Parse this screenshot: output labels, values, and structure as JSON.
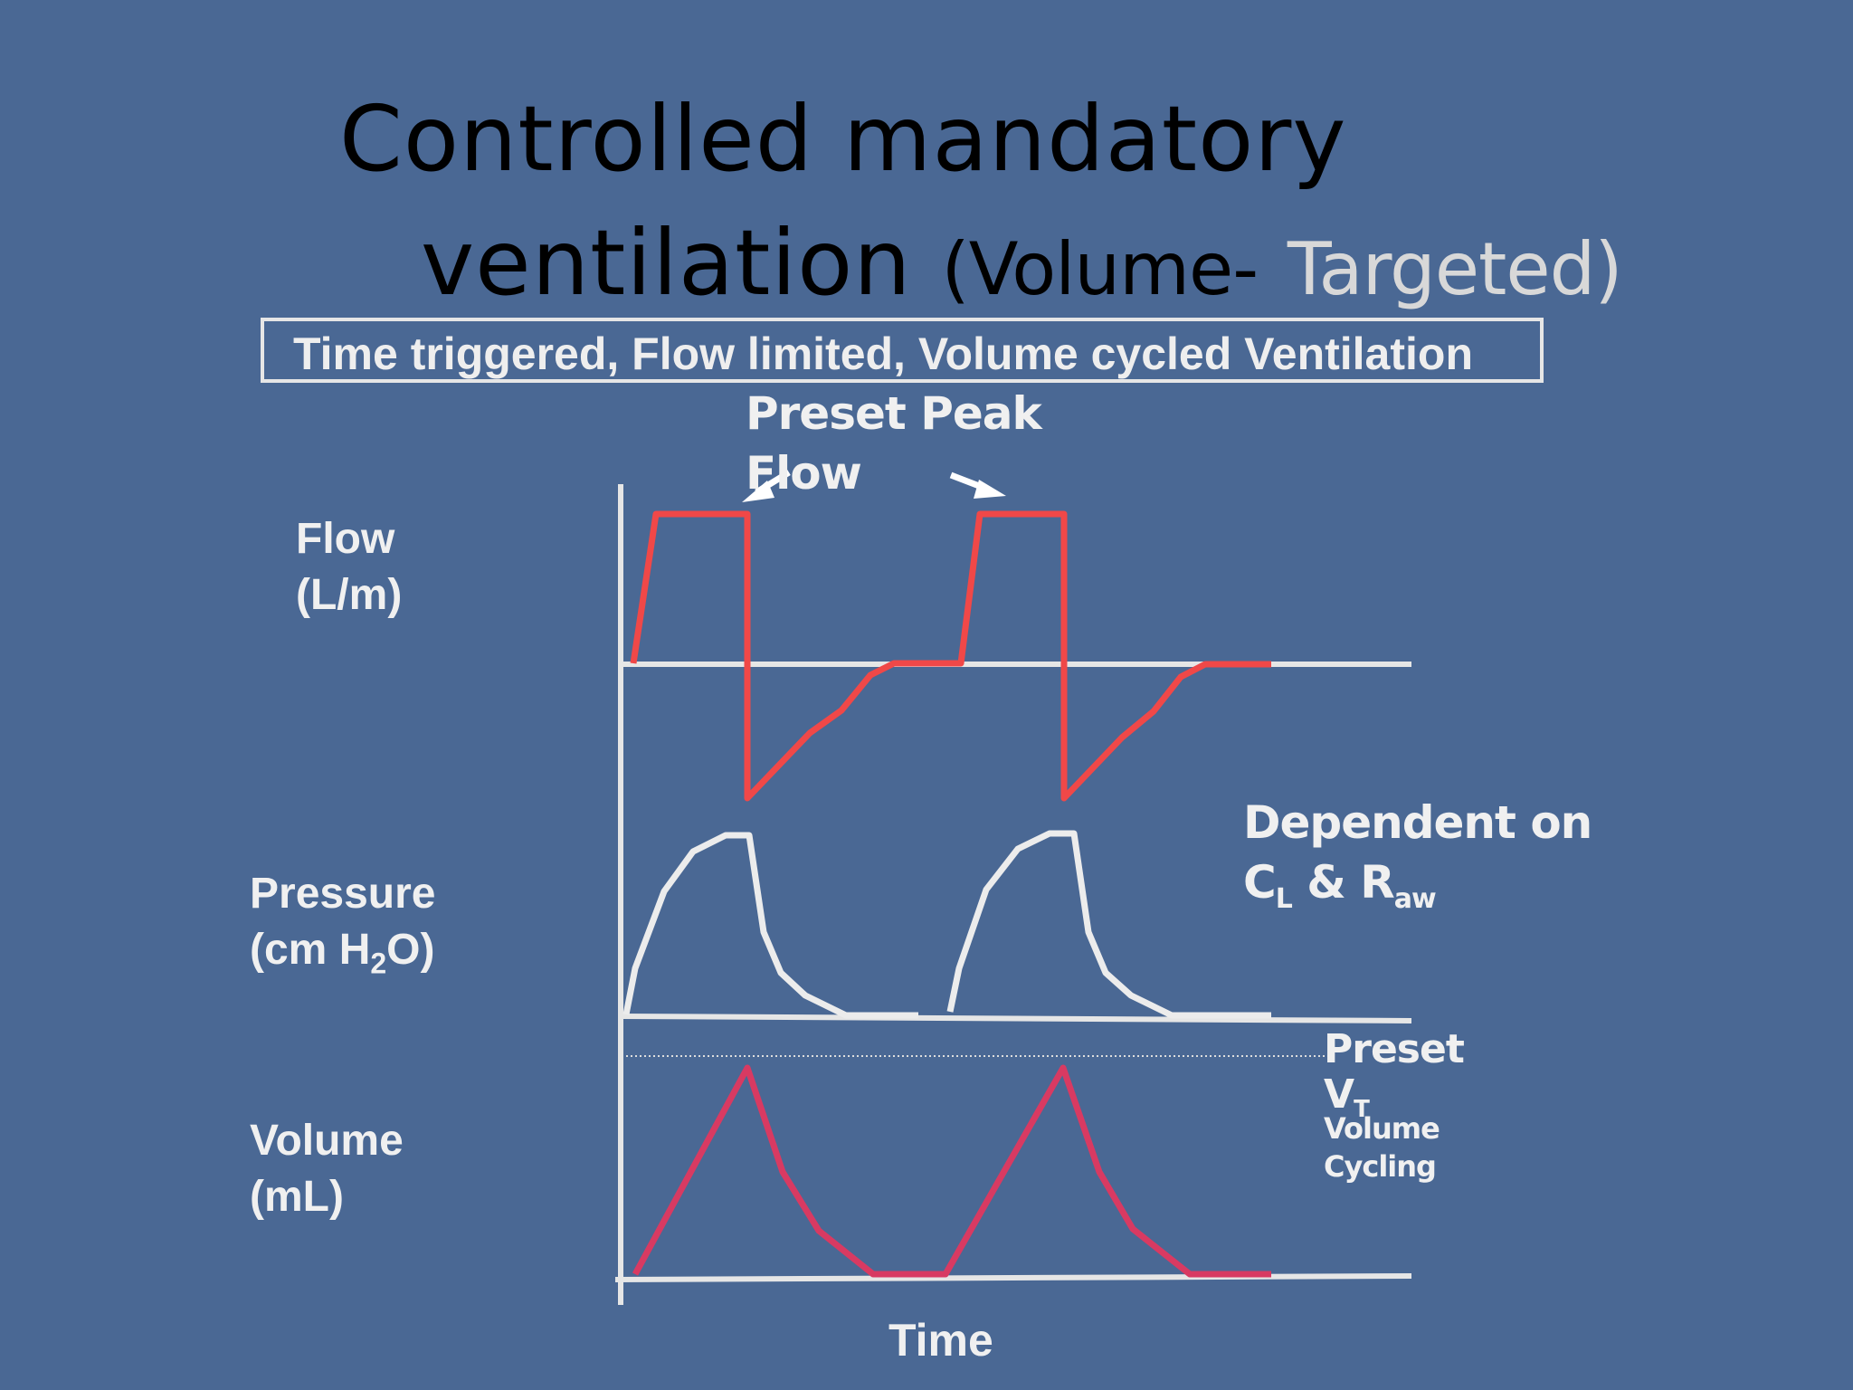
{
  "title": {
    "line1": "Controlled mandatory",
    "line2_main": "ventilation",
    "line2_paren_open": "(Volume-",
    "line2_paren_gray": "Targeted)"
  },
  "subtitle": "Time triggered, Flow limited, Volume cycled Ventilation",
  "axis_labels": {
    "flow": {
      "line1": "Flow",
      "line2": "(L/m)"
    },
    "pressure": {
      "line1": "Pressure",
      "line2_pre": "(cm H",
      "line2_sub": "2",
      "line2_post": "O)"
    },
    "volume": {
      "line1": "Volume",
      "line2": "(mL)"
    },
    "time": "Time"
  },
  "annotations": {
    "preset_peak_flow": {
      "line1": "Preset Peak",
      "line2": "Flow"
    },
    "dependent": {
      "line1": "Dependent on",
      "c": "C",
      "c_sub": "L",
      "amp": " & R",
      "r_sub": "aw"
    },
    "preset_vt": {
      "line1": "Preset",
      "v": "V",
      "t": "T",
      "line3": "Volume",
      "line4": "Cycling"
    }
  },
  "colors": {
    "background": "#4a6894",
    "flow_wave": "#f04848",
    "pressure_wave": "#ececec",
    "volume_wave": "#d83a62",
    "axes": "#e6e6e6"
  }
}
